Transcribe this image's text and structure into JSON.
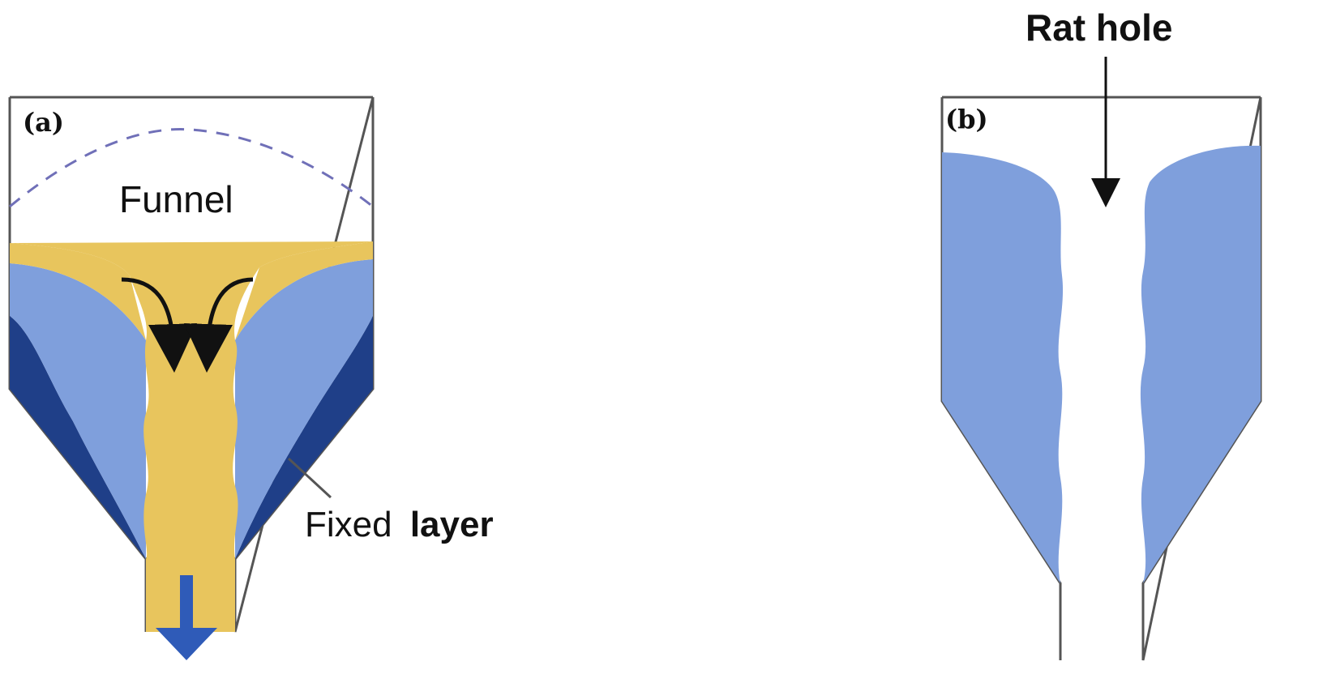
{
  "panels": {
    "a": {
      "label": "(a)",
      "funnel_label": "Funnel",
      "fixed_label_regular": "Fixed",
      "fixed_label_bold": "layer"
    },
    "b": {
      "label": "(b)",
      "rat_hole_label": "Rat hole"
    }
  },
  "colors": {
    "outline": "#555555",
    "stagnant_light": "#7f9fdc",
    "stagnant_dark": "#1f3f88",
    "flowing": "#e8c55d",
    "arrow": "#111111",
    "discharge_arrow": "#2f5bb8",
    "dashed_surface": "#7070b8"
  }
}
